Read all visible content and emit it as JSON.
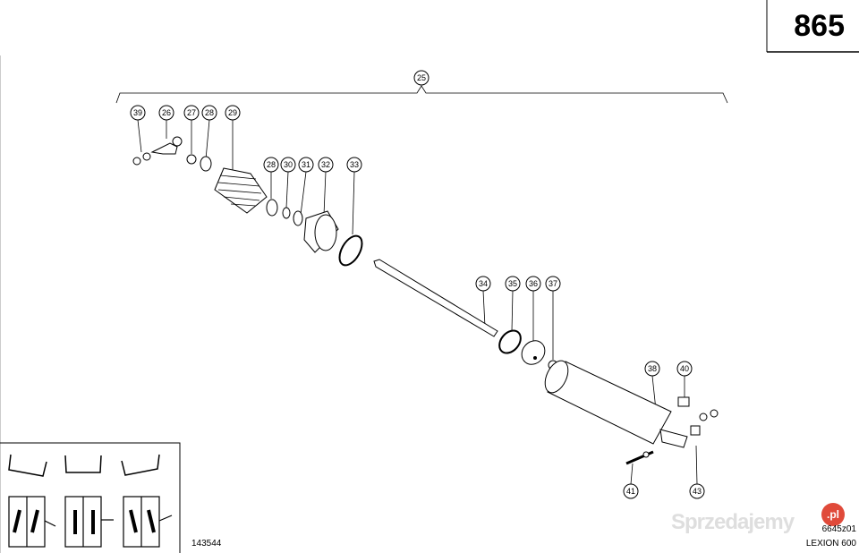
{
  "page_number": "865",
  "reference_code": "6645z01",
  "model": "LEXION 600",
  "legend_code": "143544",
  "watermark": {
    "text": "Sprzedajemy",
    "badge": ".pl"
  },
  "callouts": {
    "c25": "25",
    "c39": "39",
    "c26": "26",
    "c27": "27",
    "c28a": "28",
    "c29": "29",
    "c28b": "28",
    "c30": "30",
    "c31": "31",
    "c32": "32",
    "c33": "33",
    "c34": "34",
    "c35": "35",
    "c36": "36",
    "c37": "37",
    "c38": "38",
    "c40": "40",
    "c41": "41",
    "c43": "43"
  }
}
